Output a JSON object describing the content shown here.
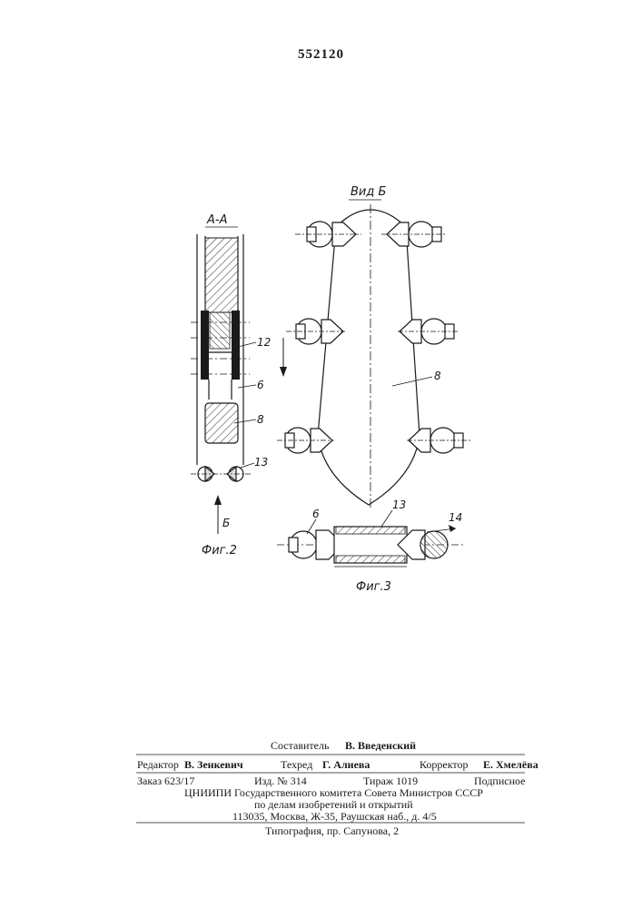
{
  "patent_number": "552120",
  "figures": {
    "fig2": {
      "section_label": "А-А",
      "caption": "Фиг.2",
      "view_arrow_label": "Б",
      "callouts": [
        "12",
        "6",
        "8",
        "13"
      ]
    },
    "fig3": {
      "view_label": "Вид Б",
      "caption": "Фиг.3",
      "callouts": [
        "8",
        "6",
        "13",
        "14"
      ]
    }
  },
  "imprint": {
    "compiler_label": "Составитель",
    "compiler_name": "В. Введенский",
    "editor_label": "Редактор",
    "editor_name": "В. Зенкевич",
    "techred_label": "Техред",
    "techred_name": "Г. Алиева",
    "corrector_label": "Корректор",
    "corrector_name": "Е. Хмелёва",
    "order": "Заказ 623/17",
    "edition": "Изд. № 314",
    "print_run": "Тираж 1019",
    "subscription": "Подписное",
    "org_line1": "ЦНИИПИ Государственного комитета Совета Министров СССР",
    "org_line2": "по делам изобретений и открытий",
    "org_address": "113035, Москва, Ж-35, Раушская наб., д. 4/5",
    "printer": "Типография, пр. Сапунова, 2"
  }
}
